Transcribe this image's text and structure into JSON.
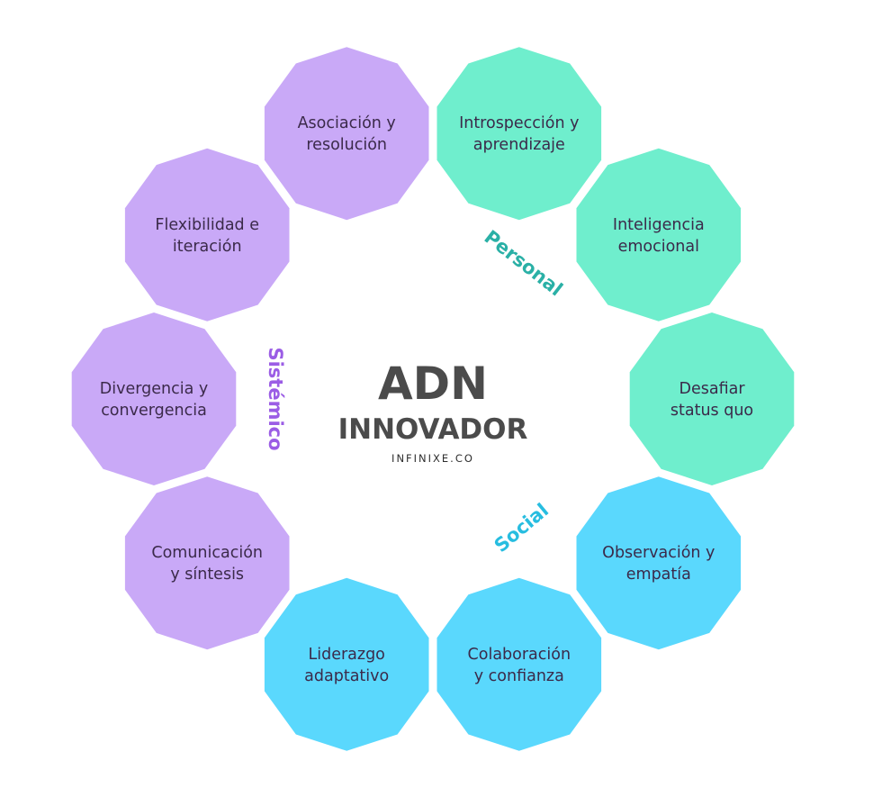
{
  "center": {
    "title": "ADN",
    "subtitle": "INNOVADOR",
    "brand": "INFINIXE.CO"
  },
  "colors": {
    "personal": "#6feecd",
    "social": "#5ad8fd",
    "sistemico": "#c9a9f7",
    "personal_text": "#2ab0a6",
    "social_text": "#27bde0",
    "sistemico_text": "#9b5de5",
    "node_text": "#3b2a4a",
    "center_text": "#4b4b4b"
  },
  "groups": [
    {
      "id": "personal",
      "label": "Personal"
    },
    {
      "id": "social",
      "label": "Social"
    },
    {
      "id": "sistemico",
      "label": "Sistémico"
    }
  ],
  "nodes": [
    {
      "group": "personal",
      "lines": [
        "Introspección y",
        "aprendizaje"
      ]
    },
    {
      "group": "personal",
      "lines": [
        "Inteligencia",
        "emocional"
      ]
    },
    {
      "group": "personal",
      "lines": [
        "Desafiar",
        "status quo"
      ]
    },
    {
      "group": "social",
      "lines": [
        "Observación y",
        "empatía"
      ]
    },
    {
      "group": "social",
      "lines": [
        "Colaboración",
        "y confianza"
      ]
    },
    {
      "group": "social",
      "lines": [
        "Liderazgo",
        "adaptativo"
      ]
    },
    {
      "group": "sistemico",
      "lines": [
        "Comunicación",
        "y síntesis"
      ]
    },
    {
      "group": "sistemico",
      "lines": [
        "Divergencia y",
        "convergencia"
      ]
    },
    {
      "group": "sistemico",
      "lines": [
        "Flexibilidad e",
        "iteración"
      ]
    },
    {
      "group": "sistemico",
      "lines": [
        "Asociación y",
        "resolución"
      ]
    }
  ]
}
